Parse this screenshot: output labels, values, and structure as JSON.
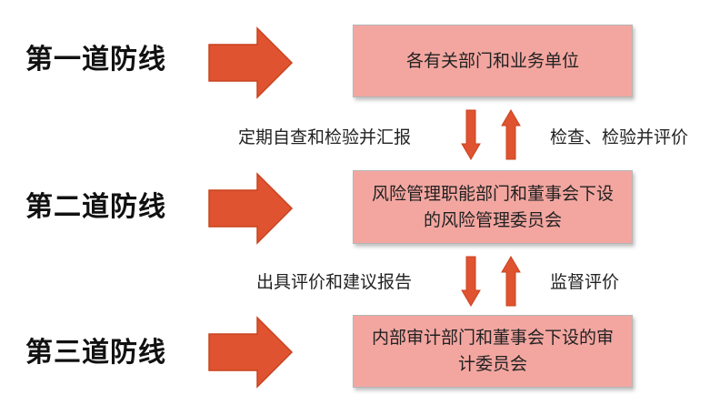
{
  "lines": [
    {
      "label": "第一道防线",
      "box": "各有关部门和业务单位"
    },
    {
      "label": "第二道防线",
      "box": "风险管理职能部门和董事会下设的风险管理委员会"
    },
    {
      "label": "第三道防线",
      "box": "内部审计部门和董事会下设的审计委员会"
    }
  ],
  "flows": [
    {
      "down_label": "定期自查和检验并汇报",
      "up_label": "检查、检验并评价"
    },
    {
      "down_label": "出具评价和建议报告",
      "up_label": "监督评价"
    }
  ],
  "colors": {
    "arrow": "#e05330",
    "arrow_border": "#c8431f",
    "box_fill": "#f3a6a0"
  }
}
